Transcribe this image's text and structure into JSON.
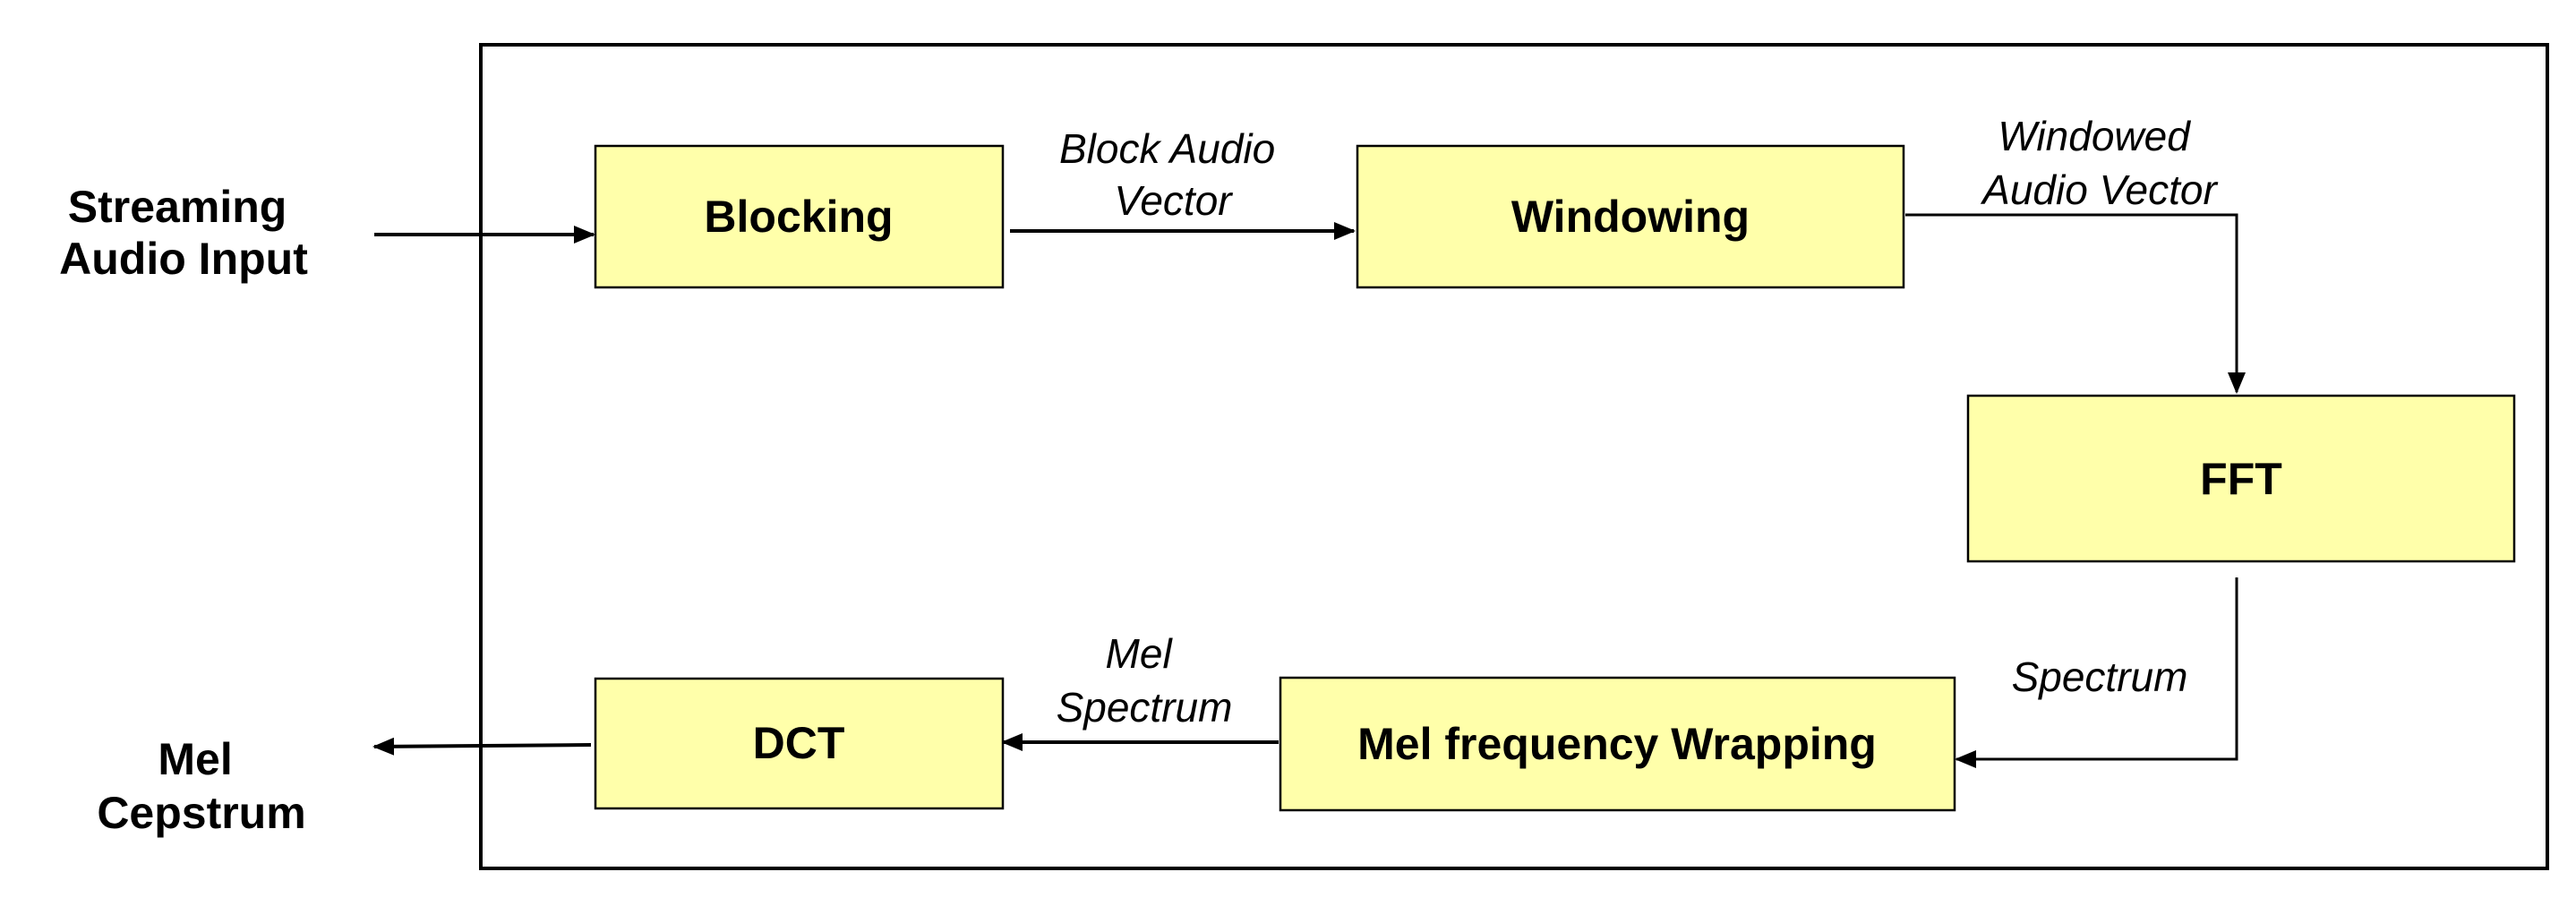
{
  "diagram": {
    "colors": {
      "block_fill": "#FFFFAA",
      "stroke": "#000000",
      "background": "#FFFFFF"
    },
    "input_label": {
      "line1": "Streaming",
      "line2": "Audio Input"
    },
    "output_label": {
      "line1": "Mel",
      "line2": "Cepstrum"
    },
    "blocks": {
      "blocking": "Blocking",
      "windowing": "Windowing",
      "fft": "FFT",
      "mel_wrapping": "Mel frequency Wrapping",
      "dct": "DCT"
    },
    "flow_labels": {
      "block_audio_vector": {
        "line1": "Block Audio",
        "line2": "Vector"
      },
      "windowed_audio_vector": {
        "line1": "Windowed",
        "line2": "Audio Vector"
      },
      "spectrum": "Spectrum",
      "mel_spectrum": {
        "line1": "Mel",
        "line2": "Spectrum"
      }
    }
  }
}
